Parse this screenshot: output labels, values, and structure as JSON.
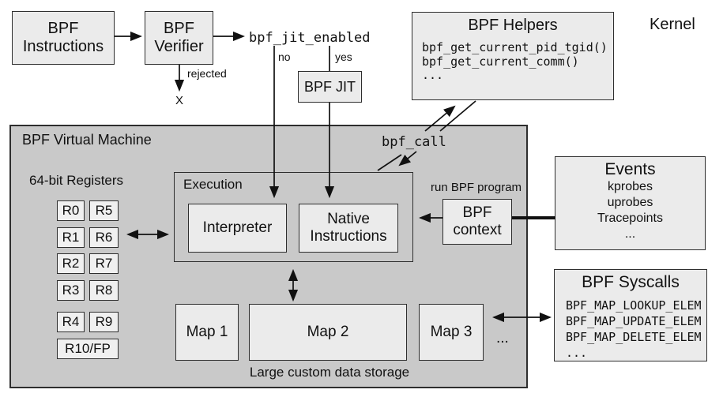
{
  "kernel_label": "Kernel",
  "colors": {
    "box_fill": "#ebebeb",
    "vm_fill": "#c9c9c9",
    "border": "#2e2e2e",
    "arrow": "#111111"
  },
  "pipeline": {
    "instructions": "BPF\nInstructions",
    "verifier": "BPF\nVerifier",
    "jit_enabled": "bpf_jit_enabled",
    "no_label": "no",
    "yes_label": "yes",
    "jit_box": "BPF JIT",
    "rejected_label": "rejected",
    "rejected_x": "X"
  },
  "helpers": {
    "title": "BPF Helpers",
    "lines": [
      "bpf_get_current_pid_tgid()",
      "bpf_get_current_comm()",
      "..."
    ]
  },
  "vm": {
    "title": "BPF Virtual Machine",
    "registers_label": "64-bit Registers",
    "registers": [
      [
        "R0",
        "R5"
      ],
      [
        "R1",
        "R6"
      ],
      [
        "R2",
        "R7"
      ],
      [
        "R3",
        "R8"
      ],
      [
        "R4",
        "R9"
      ],
      [
        "R10/FP"
      ]
    ],
    "execution": {
      "title": "Execution",
      "interpreter": "Interpreter",
      "native": "Native\nInstructions"
    },
    "bpf_call": "bpf_call",
    "maps": [
      "Map 1",
      "Map 2",
      "Map 3"
    ],
    "maps_more": "...",
    "storage_label": "Large custom data storage"
  },
  "context": {
    "run_label": "run BPF program",
    "box": "BPF\ncontext"
  },
  "events": {
    "title": "Events",
    "lines": [
      "kprobes",
      "uprobes",
      "Tracepoints",
      "..."
    ]
  },
  "syscalls": {
    "title": "BPF Syscalls",
    "lines": [
      "BPF_MAP_LOOKUP_ELEM",
      "BPF_MAP_UPDATE_ELEM",
      "BPF_MAP_DELETE_ELEM",
      "..."
    ]
  }
}
